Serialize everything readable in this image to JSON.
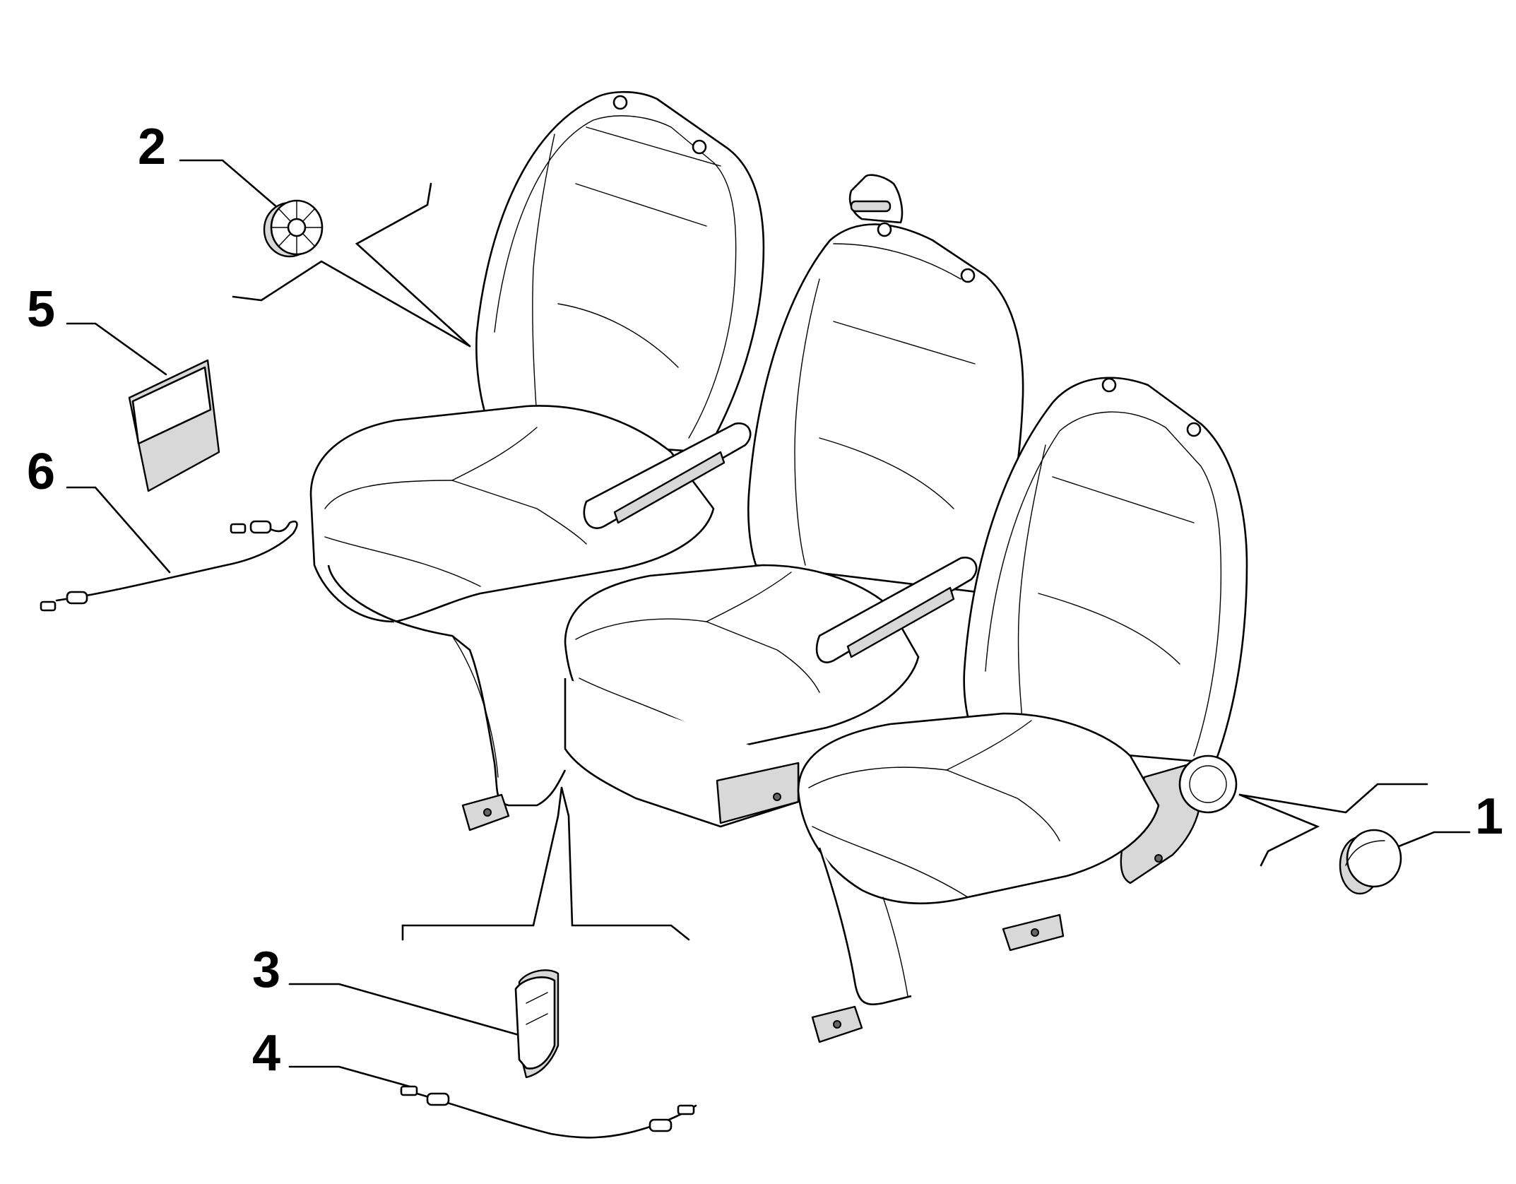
{
  "callouts": [
    {
      "id": "1",
      "label": "1"
    },
    {
      "id": "2",
      "label": "2"
    },
    {
      "id": "3",
      "label": "3"
    },
    {
      "id": "4",
      "label": "4"
    },
    {
      "id": "5",
      "label": "5"
    },
    {
      "id": "6",
      "label": "6"
    }
  ],
  "colors": {
    "line": "#000000",
    "background": "#ffffff",
    "shade": "#d8d8d8"
  },
  "icons": [
    "seat-bench-drawing",
    "knob-part",
    "lever-cover-part",
    "cable-part",
    "label-sheet-part"
  ]
}
